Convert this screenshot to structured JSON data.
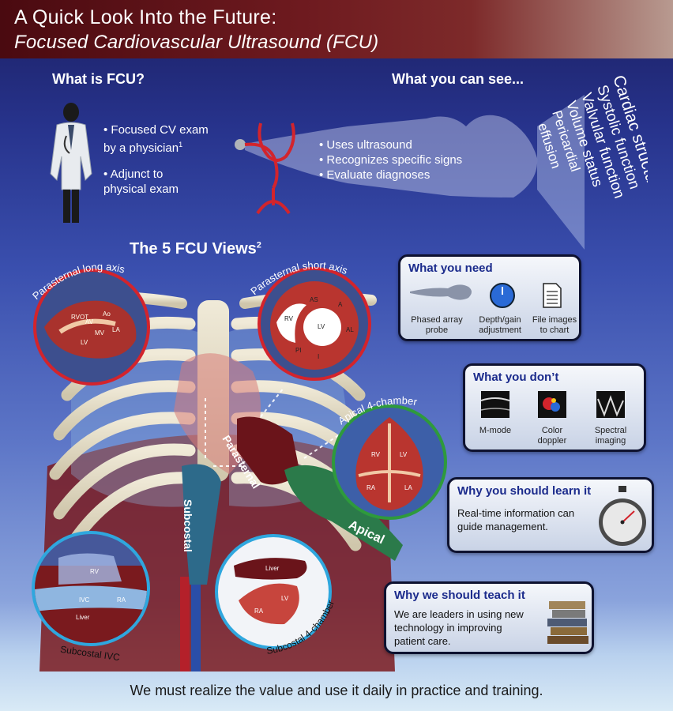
{
  "header": {
    "title_line1": "A Quick Look Into the Future:",
    "title_line2": "Focused Cardiovascular Ultrasound  (FCU)"
  },
  "what_is": {
    "heading": "What is FCU?",
    "bullet1_line1": "• Focused CV exam",
    "bullet1_line2": "by a physician",
    "bullet1_sup": "1",
    "bullet2_line1": "• Adjunct to",
    "bullet2_line2": "physical exam",
    "stetho_items": [
      "• Uses ultrasound",
      "• Recognizes specific signs",
      "• Evaluate diagnoses"
    ]
  },
  "what_see": {
    "heading": "What you can see...",
    "items": [
      "Cardiac structure",
      "Systolic function",
      "Valvular function",
      "Volume status",
      "Pericardial",
      "effusion"
    ]
  },
  "views": {
    "heading": "The 5 FCU Views",
    "heading_sup": "2",
    "plax": "Parasternal long axis",
    "psax": "Parasternal short axis",
    "apical4": "Apical 4-chamber",
    "sub_ivc": "Subcostal IVC",
    "sub_4": "Subcostal 4-chamber",
    "probe_parasternal": "Parasternal",
    "probe_subcostal": "Subcostal",
    "probe_apical": "Apical",
    "plax_labels": [
      "RVOT",
      "Ao",
      "AV",
      "LA",
      "MV",
      "LV"
    ],
    "psax_labels": [
      "RV",
      "AS",
      "A",
      "LV",
      "AL",
      "I",
      "PI"
    ],
    "a4_labels": [
      "RA",
      "RV",
      "LV",
      "LA"
    ],
    "ivc_labels": [
      "RV",
      "IVC",
      "RA",
      "Liver"
    ],
    "s4_labels": [
      "Liver",
      "RA",
      "LV"
    ]
  },
  "need": {
    "title": "What you need",
    "items": [
      {
        "line1": "Phased array",
        "line2": "probe"
      },
      {
        "line1": "Depth/gain",
        "line2": "adjustment"
      },
      {
        "line1": "File images",
        "line2": "to chart"
      }
    ]
  },
  "dont": {
    "title": "What you don’t",
    "items": [
      {
        "line1": "M-mode",
        "line2": ""
      },
      {
        "line1": "Color",
        "line2": "doppler"
      },
      {
        "line1": "Spectral",
        "line2": "imaging"
      }
    ]
  },
  "learn": {
    "title": "Why you should learn it",
    "line1": "Real-time information can",
    "line2": "guide management."
  },
  "teach": {
    "title": "Why we should teach it",
    "line1": "We are leaders in using new",
    "line2": "technology in improving",
    "line3": "patient care."
  },
  "footer": {
    "text": "We must realize the value and use it daily in practice and training."
  },
  "colors": {
    "title_bar": "#6e1a1f",
    "panel_title": "#1b2b8c",
    "ring_red": "#d3242c",
    "ring_green": "#2e9a3c",
    "ring_blue": "#2fa7de"
  }
}
